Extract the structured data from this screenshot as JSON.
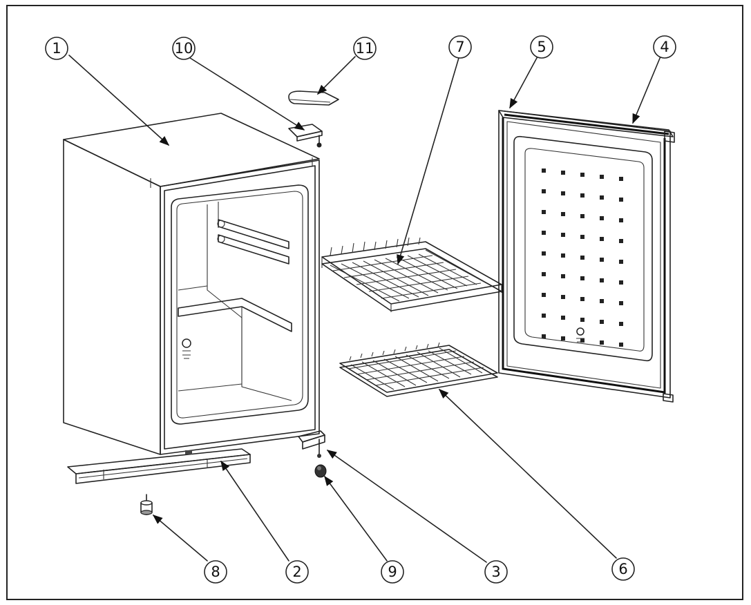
{
  "callouts": [
    {
      "label": "1"
    },
    {
      "label": "10"
    },
    {
      "label": "11"
    },
    {
      "label": "7"
    },
    {
      "label": "5"
    },
    {
      "label": "4"
    },
    {
      "label": "8"
    },
    {
      "label": "2"
    },
    {
      "label": "9"
    },
    {
      "label": "3"
    },
    {
      "label": "6"
    }
  ]
}
